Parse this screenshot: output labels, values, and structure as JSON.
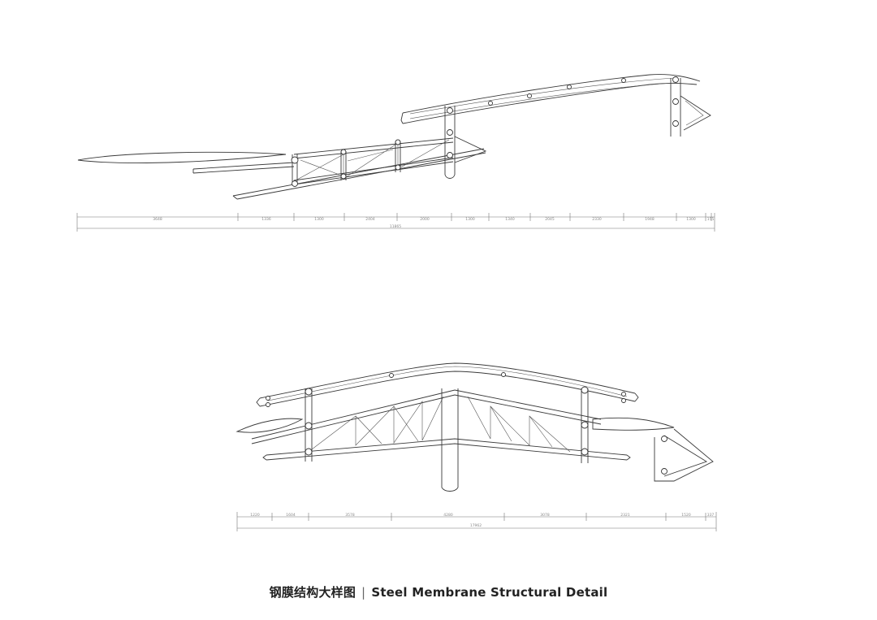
{
  "caption": {
    "cn": "钢膜结构大样图",
    "separator": "|",
    "en": "Steel Membrane Structural Detail"
  },
  "upper_drawing": {
    "segment_dims": [
      "3648",
      "1336",
      "1300",
      "2404",
      "2000",
      "1300",
      "1340",
      "2045",
      "2330",
      "1948",
      "1300",
      "155"
    ],
    "overall_dim": "11865"
  },
  "lower_drawing": {
    "segment_dims": [
      "1220",
      "1604",
      "3578",
      "4280",
      "3078",
      "2321",
      "1520",
      "337"
    ],
    "overall_dim": "17962"
  }
}
